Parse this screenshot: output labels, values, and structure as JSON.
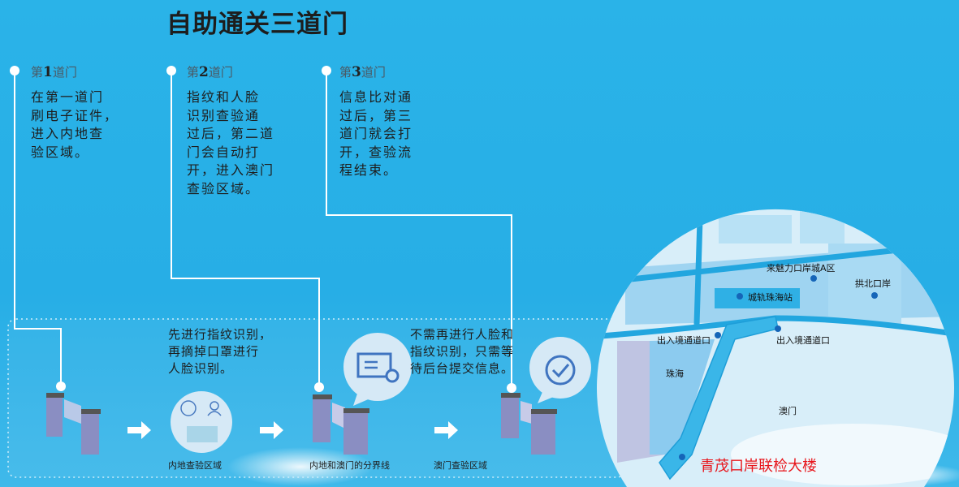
{
  "title": "自助通关三道门",
  "steps": [
    {
      "prefix": "第",
      "num": "1",
      "suffix": "道门",
      "lines": [
        "在第一道门",
        "刷电子证件，",
        "进入内地查",
        "验区域。"
      ]
    },
    {
      "prefix": "第",
      "num": "2",
      "suffix": "道门",
      "lines": [
        "指纹和人脸",
        "识别查验通",
        "过后，第二道",
        "门会自动打",
        "开，进入澳门",
        "查验区域。"
      ]
    },
    {
      "prefix": "第",
      "num": "3",
      "suffix": "道门",
      "lines": [
        "信息比对通",
        "过后，第三",
        "道门就会打",
        "开，查验流",
        "程结束。"
      ]
    }
  ],
  "notes": {
    "first": [
      "先进行指纹识别，",
      "再摘掉口罩进行",
      "人脸识别。"
    ],
    "second": [
      "不需再进行人脸和",
      "指纹识别，只需等",
      "待后台提交信息。"
    ]
  },
  "captions": [
    "内地查验区域",
    "内地和澳门的分界线",
    "澳门查验区域"
  ],
  "map": {
    "labels": [
      "来魅力口岸城A区",
      "拱北口岸",
      "城轨珠海站",
      "出入境通道口",
      "出入境通道口",
      "珠海",
      "澳门"
    ],
    "highlight": "青茂口岸联检大楼"
  },
  "colors": {
    "background": "#2ab3e8",
    "highlight": "#e8161c"
  }
}
